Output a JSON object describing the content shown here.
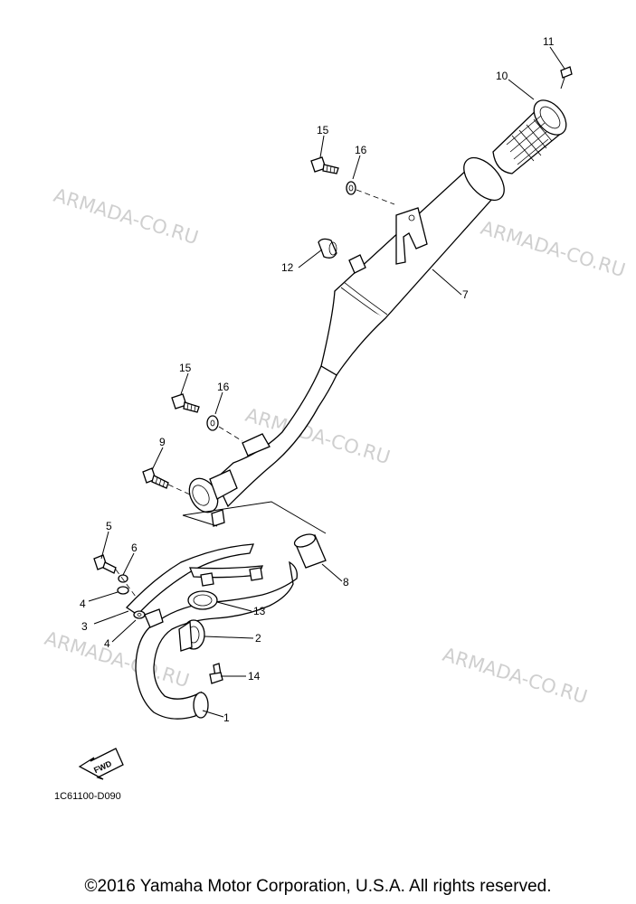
{
  "watermarks": [
    "ARMADA-CO.RU",
    "ARMADA-CO.RU",
    "ARMADA-CO.RU",
    "ARMADA-CO.RU",
    "ARMADA-CO.RU"
  ],
  "callouts": {
    "c1": "1",
    "c2": "2",
    "c3": "3",
    "c4a": "4",
    "c4b": "4",
    "c5": "5",
    "c6": "6",
    "c7": "7",
    "c8": "8",
    "c9": "9",
    "c10": "10",
    "c11": "11",
    "c12": "12",
    "c13": "13",
    "c14": "14",
    "c15a": "15",
    "c15b": "15",
    "c16a": "16",
    "c16b": "16"
  },
  "fwd_label": "FWD",
  "diagram_code": "1C61100-D090",
  "copyright": "©2016 Yamaha Motor Corporation, U.S.A. All rights reserved."
}
